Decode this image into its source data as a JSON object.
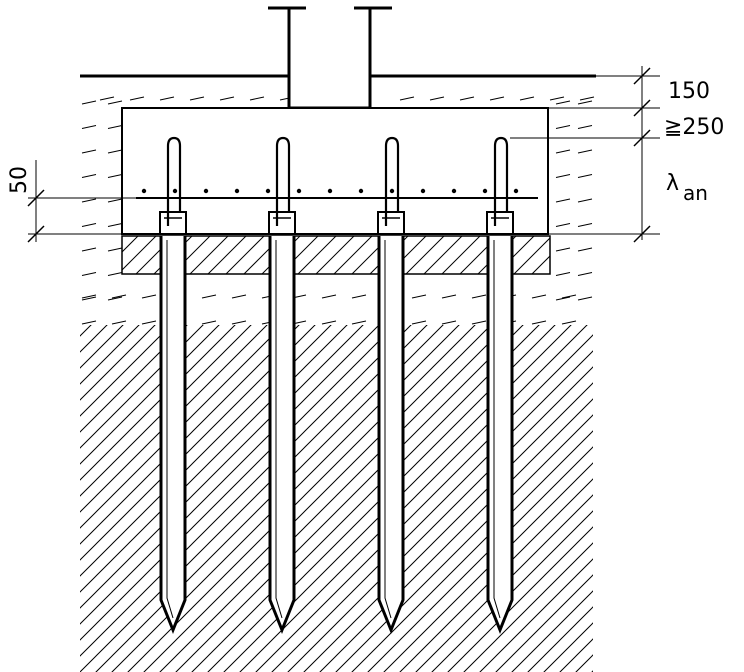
{
  "diagram": {
    "labels": {
      "dim_top": "150",
      "dim_cap": "≧250",
      "dim_side": "50",
      "anchor_symbol": "λ",
      "anchor_subscript": "an"
    },
    "pile_count": 4,
    "rebar_dot_count": 13,
    "colors": {
      "line": "#000000",
      "background": "#ffffff"
    }
  }
}
